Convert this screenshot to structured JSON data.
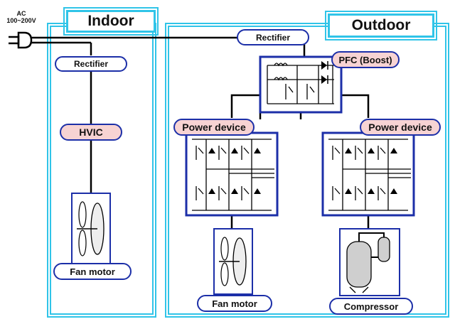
{
  "source": {
    "label": "AC",
    "range": "100~200V"
  },
  "indoor": {
    "title": "Indoor",
    "rectifier": "Rectifier",
    "hvic": "HVIC",
    "fan_motor": "Fan motor"
  },
  "outdoor": {
    "title": "Outdoor",
    "rectifier": "Rectifier",
    "pfc": "PFC (Boost)",
    "power_device_left": "Power device",
    "power_device_right": "Power device",
    "fan_motor": "Fan motor",
    "compressor": "Compressor"
  },
  "colors": {
    "frame_cyan": "#30c4e8",
    "block_blue": "#1c2fa8",
    "label_pink": "#f7d3d3",
    "wire": "#000000"
  }
}
